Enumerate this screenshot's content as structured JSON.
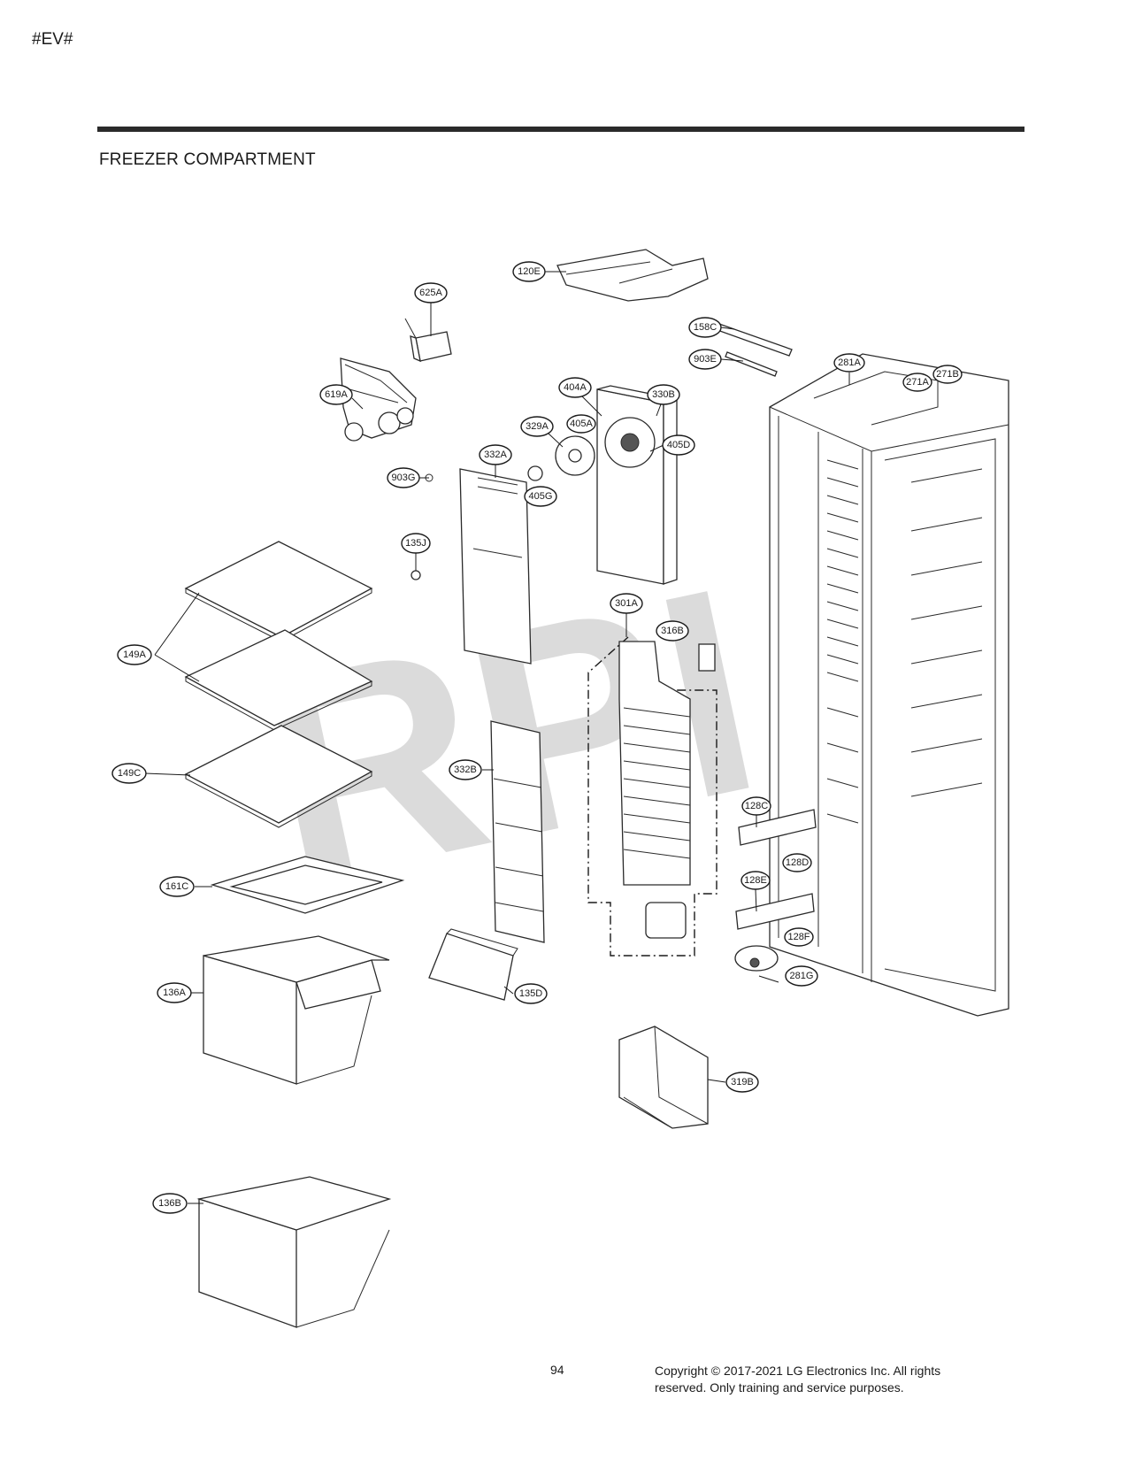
{
  "header": {
    "corner_tag": "#EV#",
    "section_title": "FREEZER COMPARTMENT"
  },
  "watermark": "RPI",
  "callouts": [
    "120E",
    "625A",
    "158C",
    "903E",
    "281A",
    "271A",
    "271B",
    "619A",
    "404A",
    "330B",
    "405A",
    "329A",
    "405D",
    "332A",
    "903G",
    "405G",
    "135J",
    "301A",
    "316B",
    "149A",
    "332B",
    "149C",
    "128C",
    "128D",
    "128E",
    "161C",
    "128F",
    "281G",
    "136A",
    "135D",
    "319B",
    "136B"
  ],
  "footer": {
    "page_number": "94",
    "copyright_line1": "Copyright © 2017-2021  LG  Electronics  Inc.  All rights",
    "copyright_line2": "reserved.  Only training and service  purposes."
  }
}
